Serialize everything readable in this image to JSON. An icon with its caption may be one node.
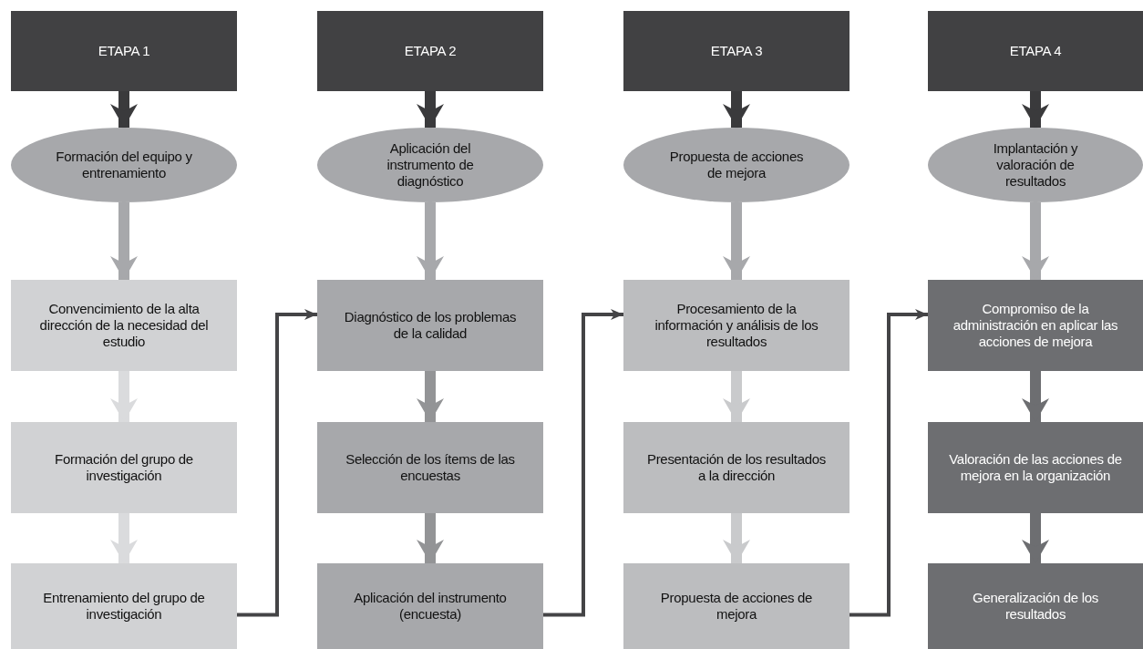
{
  "diagram": {
    "nodes": [
      {
        "text": [
          "ETAPA 1"
        ]
      },
      {
        "text": [
          "Formación del equipo y entrenamiento"
        ]
      },
      {
        "text": [
          "Convencimiento de la alta dirección de la necesidad del estudio"
        ]
      },
      {
        "text": [
          "Formación del grupo de investigación"
        ]
      },
      {
        "text": [
          "Entrenamiento del grupo de investigación"
        ]
      },
      {
        "text": [
          "ETAPA 2"
        ]
      },
      {
        "text": [
          "Aplicación del instrumento de diagnóstico"
        ]
      },
      {
        "text": [
          "Diagnóstico de los problemas de la calidad"
        ]
      },
      {
        "text": [
          "Selección de los ítems de las encuestas"
        ]
      },
      {
        "text": [
          "Aplicación del instrumento (encuesta)"
        ]
      },
      {
        "text": [
          "ETAPA 3"
        ]
      },
      {
        "text": [
          "Propuesta de acciones de mejora"
        ]
      },
      {
        "text": [
          "Procesamiento de la información y análisis de los resultados"
        ]
      },
      {
        "text": [
          "Presentación de los resultados a la dirección"
        ]
      },
      {
        "text": [
          "Propuesta de acciones de mejora"
        ]
      },
      {
        "text": [
          "ETAPA 4"
        ]
      },
      {
        "text": [
          "Implantación y valoración de resultados"
        ]
      },
      {
        "text": [
          "Compromiso de la administración en aplicar las acciones de mejora"
        ]
      },
      {
        "text": [
          "Valoración de las acciones de mejora en la organización"
        ]
      },
      {
        "text": [
          "Generalización de los resultados"
        ]
      }
    ],
    "edges": [
      {
        "from": 0,
        "to": 1,
        "arrow": "to",
        "color": "#3a3a3c"
      },
      {
        "from": 1,
        "to": 2,
        "arrow": "to",
        "color": "#a7a8ab"
      },
      {
        "from": 2,
        "to": 3,
        "arrow": "to",
        "color": "#dadbdd"
      },
      {
        "from": 3,
        "to": 4,
        "arrow": "to",
        "color": "#dadbdd"
      },
      {
        "from": 4,
        "to": 7,
        "arrow": "to",
        "color": "#444446"
      },
      {
        "from": 5,
        "to": 6,
        "arrow": "to",
        "color": "#3a3a3c"
      },
      {
        "from": 6,
        "to": 7,
        "arrow": "to",
        "color": "#a7a8ab"
      },
      {
        "from": 7,
        "to": 8,
        "arrow": "to",
        "color": "#939496"
      },
      {
        "from": 8,
        "to": 9,
        "arrow": "to",
        "color": "#939496"
      },
      {
        "from": 9,
        "to": 12,
        "arrow": "to",
        "color": "#444446"
      },
      {
        "from": 10,
        "to": 11,
        "arrow": "to",
        "color": "#3a3a3c"
      },
      {
        "from": 11,
        "to": 12,
        "arrow": "to",
        "color": "#a7a8ab"
      },
      {
        "from": 12,
        "to": 13,
        "arrow": "to",
        "color": "#c9cacc"
      },
      {
        "from": 13,
        "to": 14,
        "arrow": "to",
        "color": "#c9cacc"
      },
      {
        "from": 14,
        "to": 17,
        "arrow": "to",
        "color": "#444446"
      },
      {
        "from": 15,
        "to": 16,
        "arrow": "to",
        "color": "#3a3a3c"
      },
      {
        "from": 16,
        "to": 17,
        "arrow": "to",
        "color": "#a7a8ab"
      },
      {
        "from": 17,
        "to": 18,
        "arrow": "to",
        "color": "#6d6e71"
      },
      {
        "from": 18,
        "to": 19,
        "arrow": "to",
        "color": "#6d6e71"
      }
    ]
  }
}
